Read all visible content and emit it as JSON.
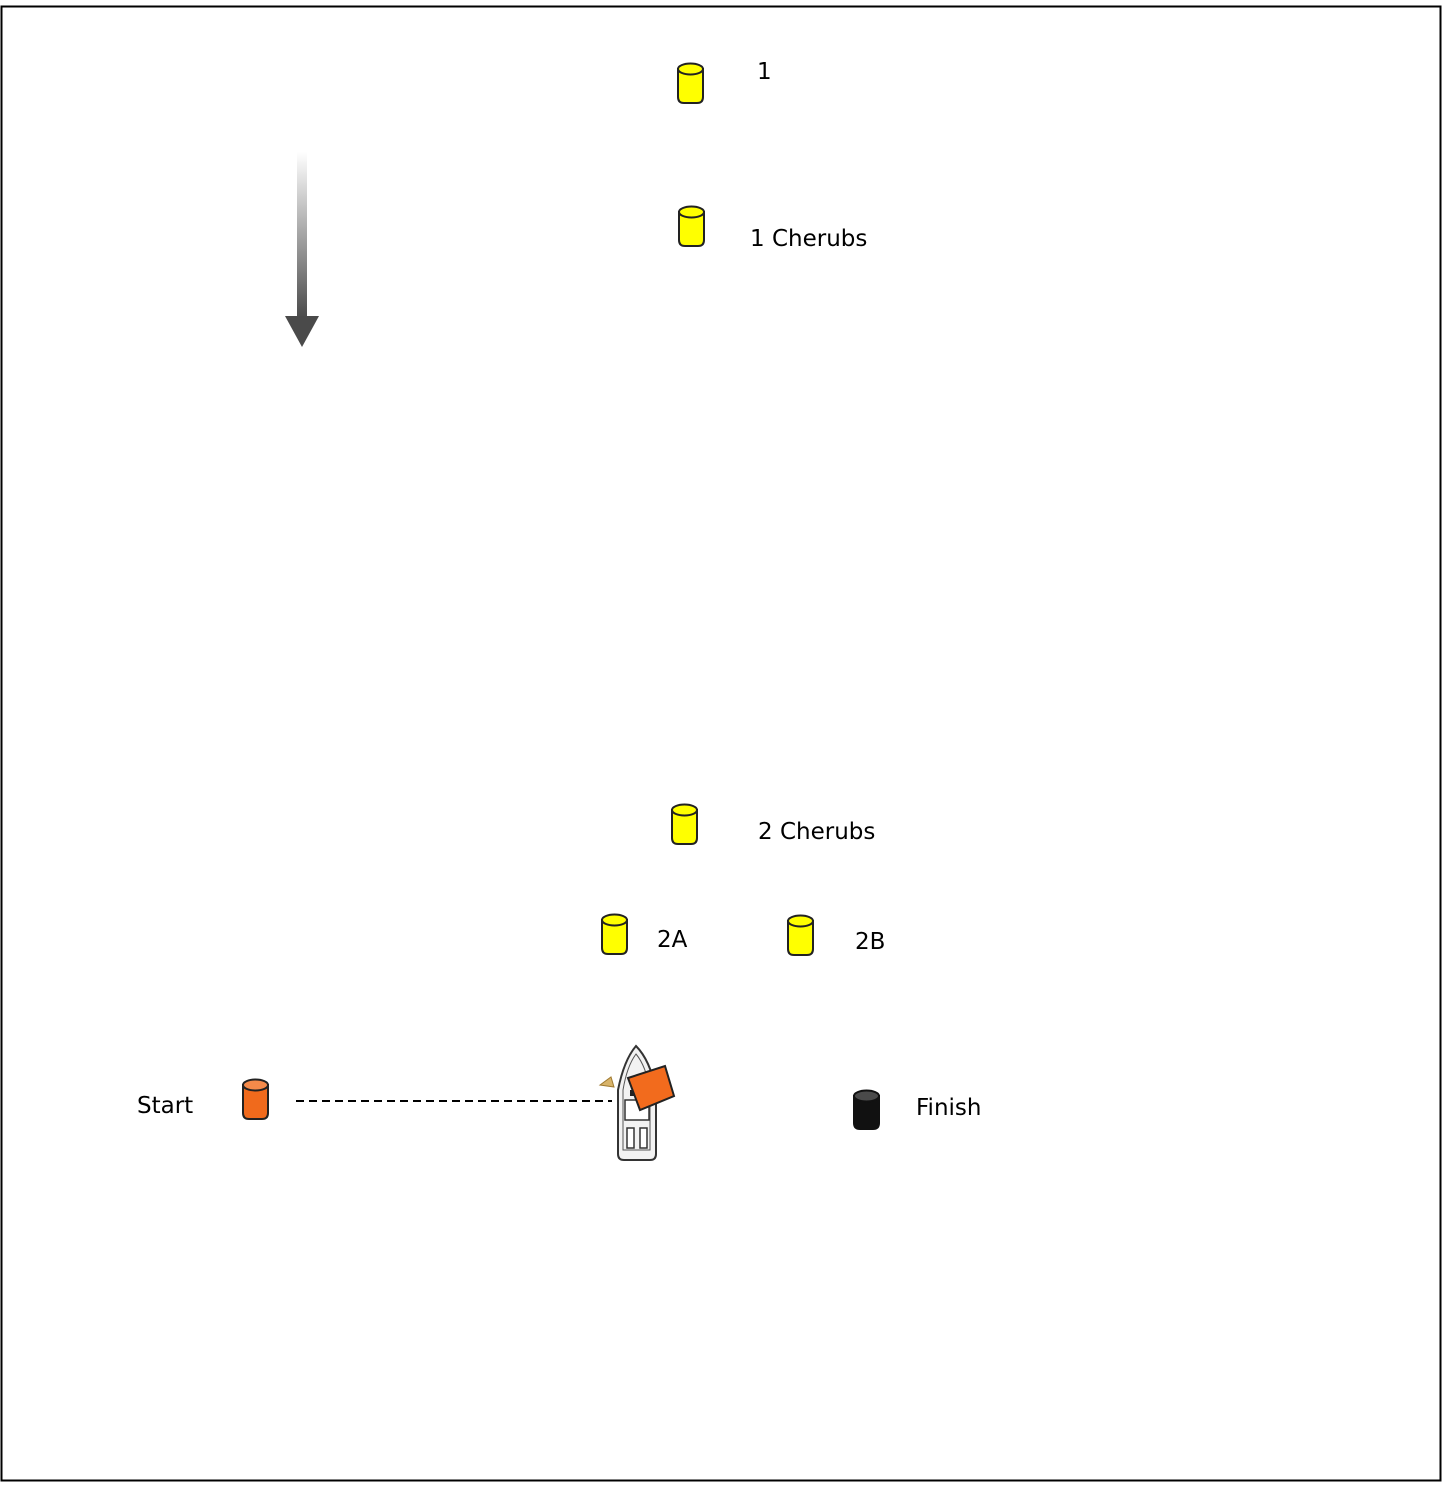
{
  "course": {
    "marks": [
      {
        "id": "mark-1",
        "label": "1",
        "color": "#ffff00"
      },
      {
        "id": "mark-1-cherubs",
        "label": "1 Cherubs",
        "color": "#ffff00"
      },
      {
        "id": "mark-2-cherubs",
        "label": "2 Cherubs",
        "color": "#ffff00"
      },
      {
        "id": "mark-2a",
        "label": "2A",
        "color": "#ffff00"
      },
      {
        "id": "mark-2b",
        "label": "2B",
        "color": "#ffff00"
      },
      {
        "id": "start-mark",
        "label": "Start",
        "color": "#f06a1c"
      },
      {
        "id": "finish-mark",
        "label": "Finish",
        "color": "#111111"
      }
    ],
    "wind_arrow_icon": "down-arrow-icon",
    "committee_boat_icon": "committee-boat-icon",
    "flag_color": "#f26b1d",
    "start_line_style": "dashed"
  }
}
